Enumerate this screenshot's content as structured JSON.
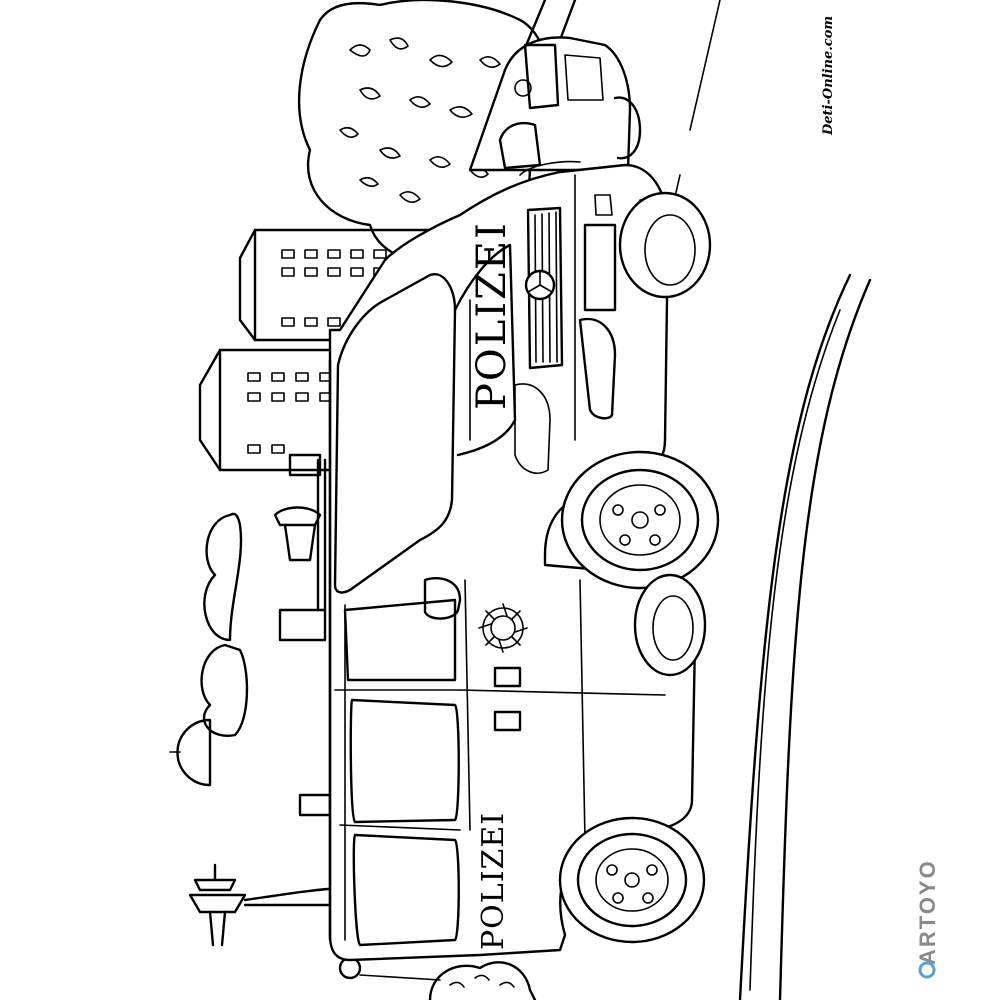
{
  "image": {
    "description_type": "coloring-page line art",
    "vehicle_lettering_hood": "POLIZEI",
    "vehicle_lettering_rear": "POLIZEI",
    "site_watermark": "Deti-Online.com",
    "brand_mark": "ARTOYO",
    "colors": {
      "ink": "#000000",
      "paper": "#ffffff",
      "brand_gray": "#8a8a8a",
      "brand_accent": "#5aa0d8"
    }
  }
}
